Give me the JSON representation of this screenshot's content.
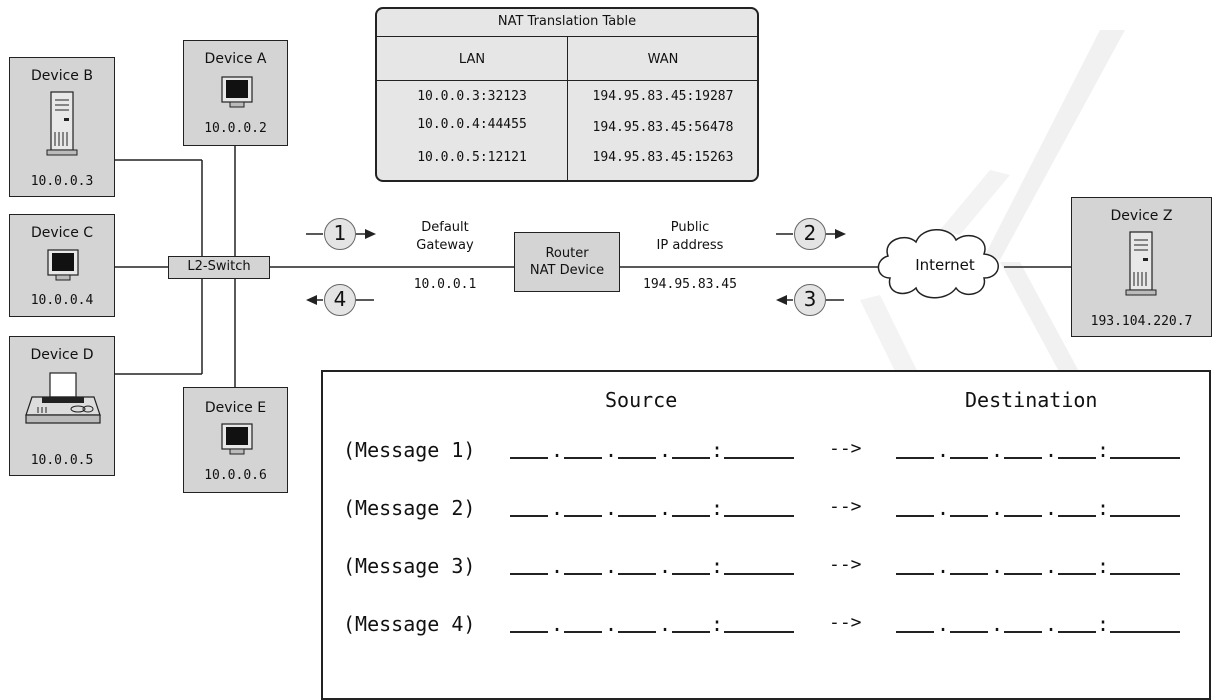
{
  "devices": {
    "a": {
      "name": "Device A",
      "ip": "10.0.0.2"
    },
    "b": {
      "name": "Device B",
      "ip": "10.0.0.3"
    },
    "c": {
      "name": "Device C",
      "ip": "10.0.0.4"
    },
    "d": {
      "name": "Device D",
      "ip": "10.0.0.5"
    },
    "e": {
      "name": "Device E",
      "ip": "10.0.0.6"
    },
    "z": {
      "name": "Device Z",
      "ip": "193.104.220.7"
    }
  },
  "switch_label": "L2-Switch",
  "router": {
    "line1": "Router",
    "line2": "NAT Device"
  },
  "gateway": {
    "line1": "Default",
    "line2": "Gateway",
    "ip": "10.0.0.1"
  },
  "public": {
    "line1": "Public",
    "line2": "IP address",
    "ip": "194.95.83.45"
  },
  "internet_label": "Internet",
  "steps": [
    "1",
    "2",
    "3",
    "4"
  ],
  "nat_table": {
    "title": "NAT Translation Table",
    "headers": [
      "LAN",
      "WAN"
    ],
    "rows": [
      [
        "10.0.0.3:32123",
        "194.95.83.45:19287"
      ],
      [
        "10.0.0.4:44455",
        "194.95.83.45:56478"
      ],
      [
        "10.0.0.5:12121",
        "194.95.83.45:15263"
      ]
    ]
  },
  "messages": {
    "source_header": "Source",
    "destination_header": "Destination",
    "arrow": "-->",
    "separator_dot": ".",
    "separator_colon": ":",
    "rows": [
      "(Message 1)",
      "(Message 2)",
      "(Message 3)",
      "(Message 4)"
    ]
  }
}
